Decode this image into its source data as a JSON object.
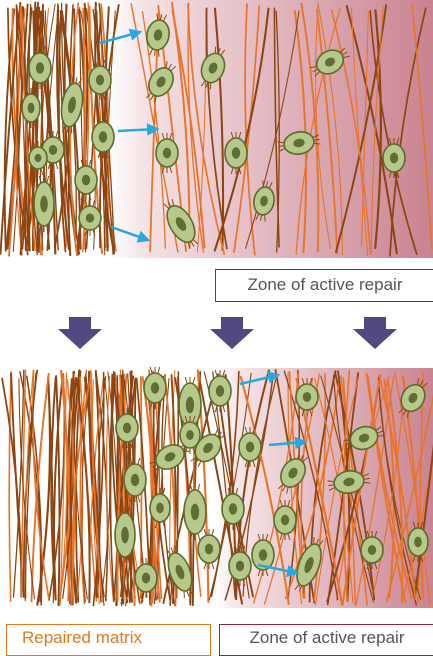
{
  "labels": {
    "zone_top": "Zone of active repair",
    "repaired": "Repaired matrix",
    "zone_bottom": "Zone of active repair"
  },
  "colors": {
    "fiber_dark": "#8b4513",
    "fiber_orange": "#e8742a",
    "cell_fill": "#b7c98a",
    "cell_outline": "#5a6b2c",
    "nucleus": "#5f6e34",
    "migration_arrow": "#29a8e0",
    "flow_arrow": "#544880",
    "zone_gradient_end": "#c98290",
    "zone_border": "#8e2a3e",
    "repaired_border": "#e07a1f"
  },
  "icons": {
    "migration": "light-blue-arrow-icon",
    "transition": "purple-down-arrow-icon",
    "cell": "chondrocyte-cell-icon"
  }
}
